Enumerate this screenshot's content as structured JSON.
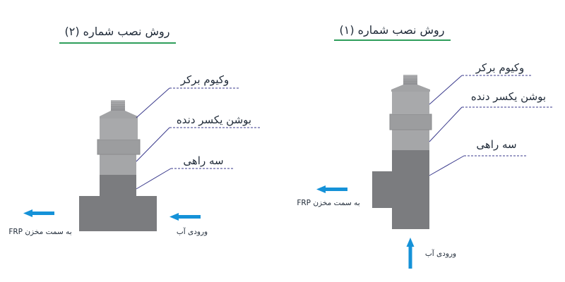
{
  "colors": {
    "accent_green": "#2e9e5b",
    "arrow_blue": "#1592d8",
    "body_light": "#a5a6a8",
    "body_dark": "#7b7c7f",
    "leader": "#3a3a8c"
  },
  "method2": {
    "title": "روش نصب شماره (۲)",
    "labels": {
      "vacuum_breaker": "وکیوم برکر",
      "bushing": "بوشن یکسر دنده",
      "tee": "سه راهی"
    },
    "outlet_text": "به سمت مخزن FRP",
    "inlet_text": "ورودی آب"
  },
  "method1": {
    "title": "روش نصب شماره (۱)",
    "labels": {
      "vacuum_breaker": "وکیوم برکر",
      "bushing": "بوشن یکسر دنده",
      "tee": "سه راهی"
    },
    "outlet_text": "به سمت مخزن FRP",
    "inlet_text": "ورودی آب"
  }
}
